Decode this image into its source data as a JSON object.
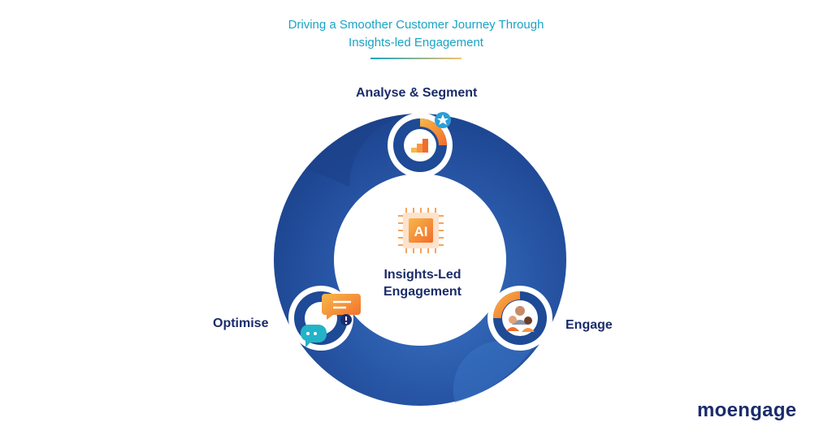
{
  "title": {
    "line1": "Driving a Smoother Customer Journey Through",
    "line2": "Insights-led Engagement"
  },
  "cycle": {
    "center_line1": "Insights-Led",
    "center_line2": "Engagement",
    "chip_label": "AI",
    "stages": [
      {
        "label": "Analyse & Segment",
        "icon": "chart-growth-icon"
      },
      {
        "label": "Engage",
        "icon": "people-group-icon"
      },
      {
        "label": "Optimise",
        "icon": "chat-bubbles-icon"
      }
    ]
  },
  "brand": {
    "logo_text": "moengage"
  },
  "colors": {
    "ring_dark": "#1e4a96",
    "ring_light": "#2f66b8",
    "accent_orange": "#f26c2a",
    "accent_yellow": "#f7b84b",
    "title_teal": "#1aa3c4",
    "text_navy": "#1b2c6b"
  }
}
